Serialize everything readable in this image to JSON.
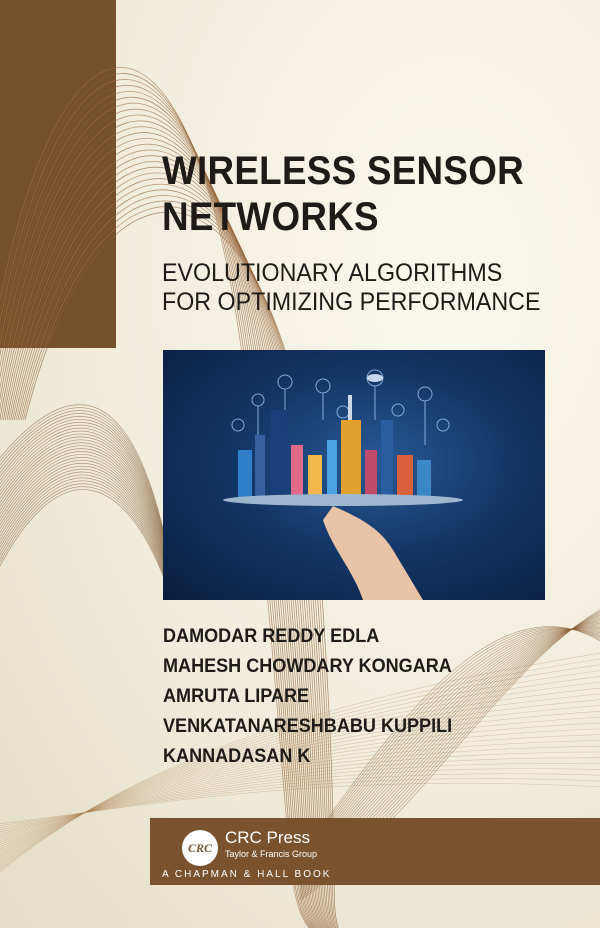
{
  "cover": {
    "title_lines": [
      "WIRELESS SENSOR",
      "NETWORKS"
    ],
    "subtitle_lines": [
      "EVOLUTIONARY ALGORITHMS",
      "FOR OPTIMIZING PERFORMANCE"
    ],
    "authors": [
      "DAMODAR REDDY EDLA",
      "MAHESH CHOWDARY KONGARA",
      "AMRUTA LIPARE",
      "VENKATANARESHBABU KUPPILI",
      "KANNADASAN K"
    ],
    "publisher": {
      "logo_text": "CRC",
      "name": "CRC Press",
      "group": "Taylor & Francis Group",
      "imprint": "A CHAPMAN & HALL BOOK"
    }
  },
  "colors": {
    "brown": "#74502c",
    "background": "#f3eedf",
    "text": "#1e1b18"
  }
}
